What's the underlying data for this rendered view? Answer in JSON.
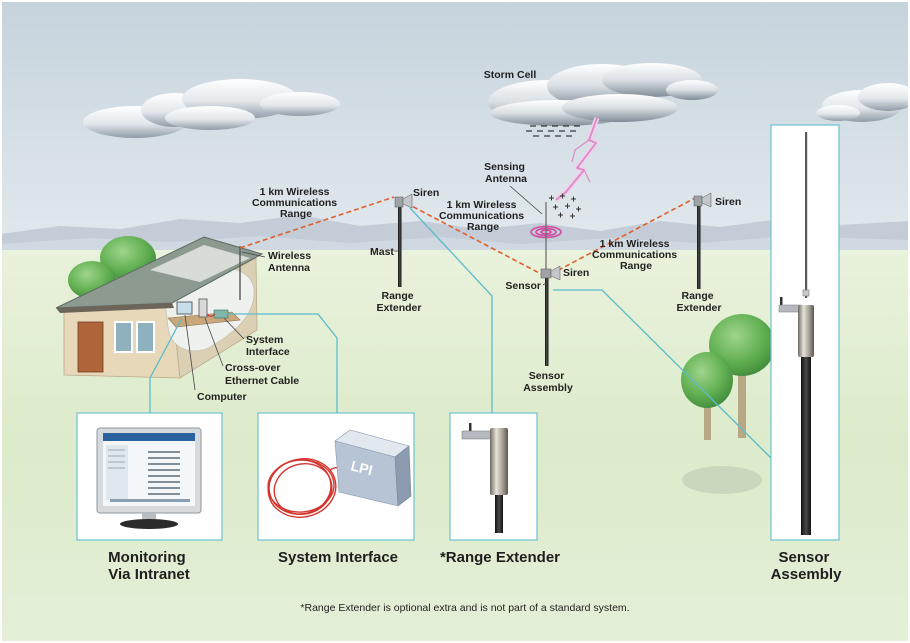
{
  "scene": {
    "storm_cell": "Storm Cell",
    "sensing_antenna": [
      "Sensing",
      "Antenna"
    ],
    "range_left": [
      "1 km Wireless",
      "Communications",
      "Range"
    ],
    "range_middle": [
      "1 km Wireless",
      "Communications",
      "Range"
    ],
    "range_right": [
      "1 km Wireless",
      "Communications",
      "Range"
    ],
    "siren_left": "Siren",
    "siren_middle": "Siren",
    "siren_right": "Siren",
    "mast": "Mast",
    "wireless_antenna": [
      "Wireless",
      "Antenna"
    ],
    "range_extender_left": [
      "Range",
      "Extender"
    ],
    "range_extender_right": [
      "Range",
      "Extender"
    ],
    "sensor": "Sensor",
    "sensor_assembly": [
      "Sensor",
      "Assembly"
    ],
    "system_interface": [
      "System",
      "Interface"
    ],
    "crossover_cable": [
      "Cross-over",
      "Ethernet Cable"
    ],
    "computer": "Computer"
  },
  "panels": {
    "monitoring": [
      "Monitoring",
      "Via Intranet"
    ],
    "system_interface": "System Interface",
    "range_extender": "*Range Extender",
    "sensor_assembly": [
      "Sensor",
      "Assembly"
    ],
    "logo": "LPI"
  },
  "footnote": "*Range Extender is optional extra and is not part of a standard system.",
  "colors": {
    "wireless_link": "#e0602c",
    "connector": "#5bbccb",
    "lightning": "#e8a3d6",
    "sensing_field": "#d24aa0",
    "cable": "#d4342c"
  }
}
